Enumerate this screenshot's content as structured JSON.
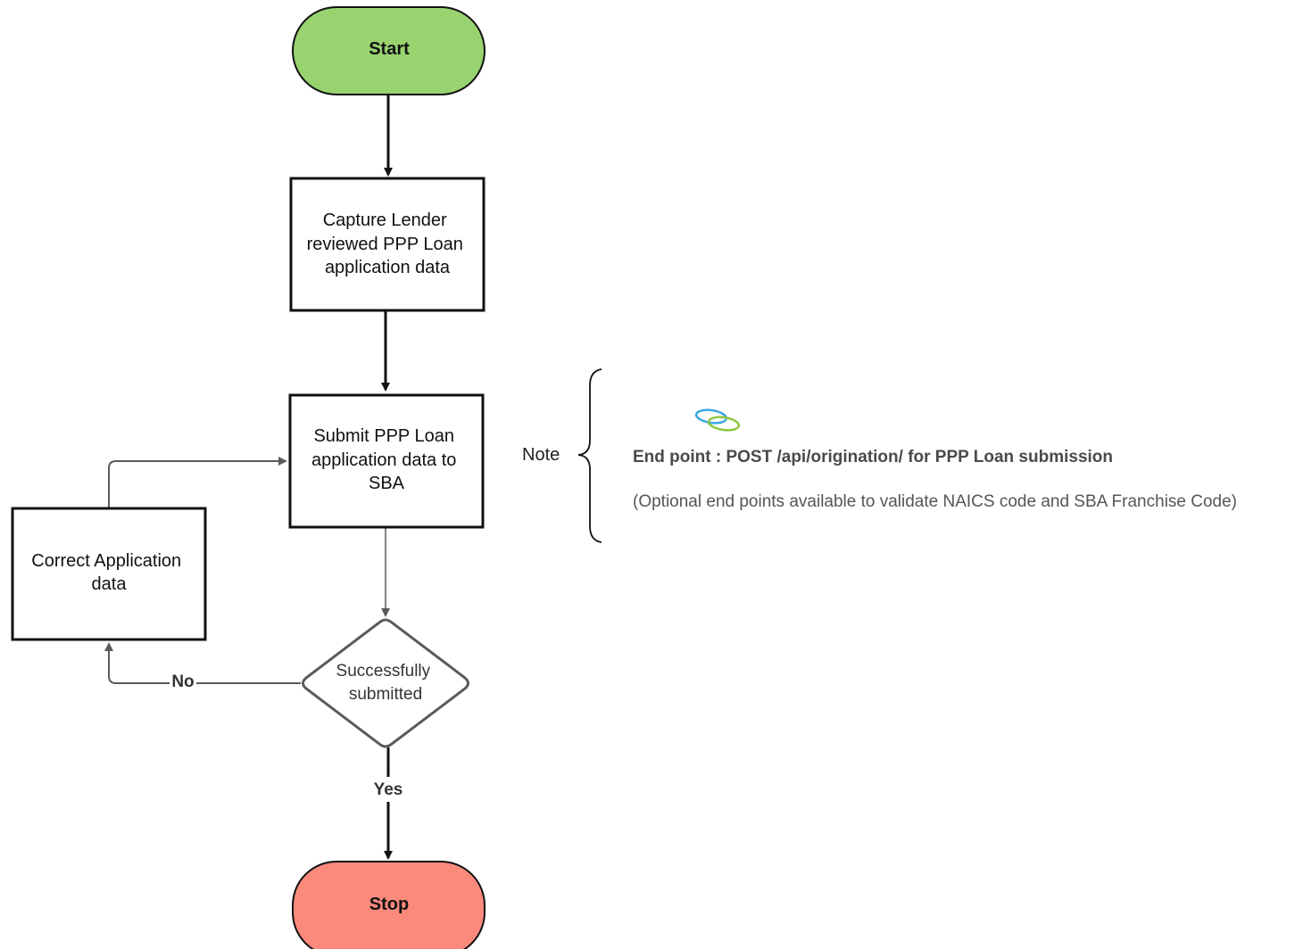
{
  "diagram": {
    "nodes": {
      "start": {
        "label": "Start",
        "color": "#98d36f"
      },
      "capture": {
        "lines": [
          "Capture Lender",
          "reviewed PPP Loan",
          "application data"
        ]
      },
      "submit": {
        "lines": [
          "Submit PPP Loan",
          "application data to",
          "SBA"
        ]
      },
      "decision": {
        "lines": [
          "Successfully",
          "submitted"
        ]
      },
      "correct": {
        "lines": [
          "Correct Application",
          "data"
        ]
      },
      "stop": {
        "label": "Stop",
        "color": "#fb8a7d"
      }
    },
    "edges": {
      "no_label": "No",
      "yes_label": "Yes"
    },
    "note": {
      "label": "Note",
      "endpoint": "End point : POST /api/origination/ for PPP Loan submission",
      "optional": "(Optional end points available to validate NAICS code and SBA Franchise Code)",
      "icon": "link-icon"
    }
  }
}
